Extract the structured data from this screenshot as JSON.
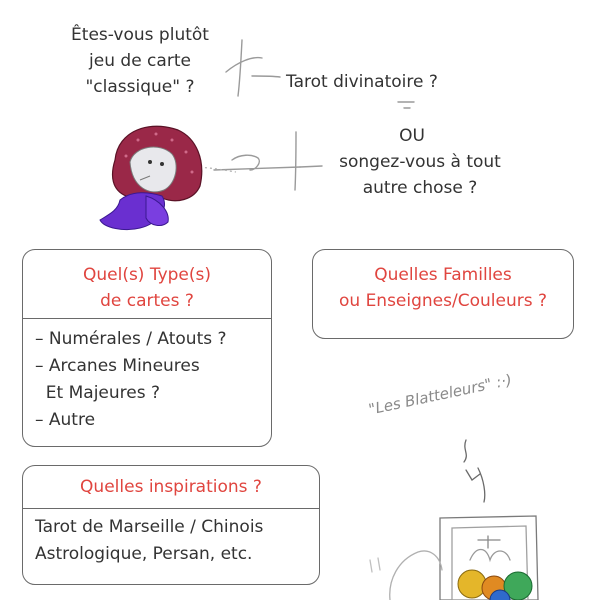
{
  "question": {
    "lines": [
      "Êtes-vous plutôt",
      "jeu de carte",
      "\"classique\" ?"
    ]
  },
  "tarot_option": "Tarot divinatoire ?",
  "or_word": "OU",
  "other_option": {
    "lines": [
      "songez-vous à tout",
      "autre chose ?"
    ]
  },
  "types_box": {
    "title_lines": [
      "Quel(s) Type(s)",
      "de cartes ?"
    ],
    "items": [
      "– Numérales / Atouts ?",
      "– Arcanes Mineures",
      "  Et Majeures ?",
      "– Autre"
    ]
  },
  "familles_box": {
    "title_lines": [
      "Quelles Familles",
      "ou Enseignes/Couleurs ?"
    ]
  },
  "inspirations_box": {
    "title": "Quelles inspirations ?",
    "items": [
      "Tarot de Marseille / Chinois",
      "Astrologique, Persan, etc."
    ]
  },
  "blatteleurs_label": "\"Les Blatteleurs\" :·)",
  "colors": {
    "accent_red": "#e0453f",
    "text": "#333333",
    "border": "#6a6a6a",
    "hood": "#9a2848",
    "scarf": "#6a2fd0"
  },
  "icons": [
    "hooded-character-icon",
    "blatteleurs-card-icon"
  ]
}
